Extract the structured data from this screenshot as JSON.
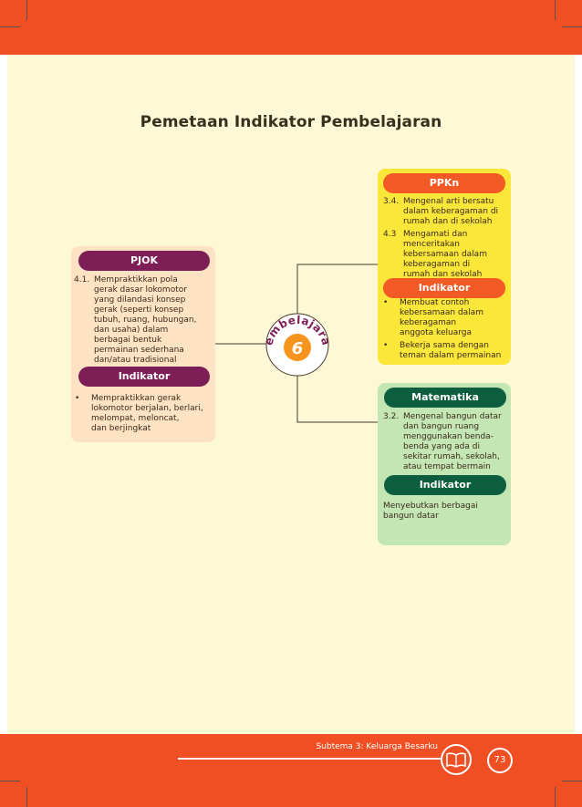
{
  "title": "Pemetaan Indikator Pembelajaran",
  "hub": {
    "word": "Pembelajaran",
    "number": "6"
  },
  "pjok": {
    "header": "PJOK",
    "competencies": [
      {
        "num": "4.1.",
        "text": "Mempraktikkan pola\ngerak dasar lokomotor\nyang dilandasi konsep\ngerak (seperti konsep\ntubuh, ruang, hubungan,\ndan usaha) dalam\nberbagai bentuk\npermainan sederhana\ndan/atau tradisional"
      }
    ],
    "indicator_header": "Indikator",
    "indicators": [
      {
        "bullet": "•",
        "text": "Mempraktikkan gerak\nlokomotor berjalan, berlari,\nmelompat, meloncat,\ndan berjingkat"
      }
    ]
  },
  "ppkn": {
    "header": "PPKn",
    "competencies": [
      {
        "num": "3.4.",
        "text": "Mengenal arti bersatu\ndalam keberagaman di\nrumah dan di sekolah"
      },
      {
        "num": "4.3",
        "text": "Mengamati dan\nmenceritakan\nkebersamaan dalam\nkeberagaman di\nrumah dan sekolah"
      }
    ],
    "indicator_header": "Indikator",
    "indicators": [
      {
        "bullet": "•",
        "text": "Membuat contoh\nkebersamaan dalam\nkeberagaman\nanggota keluarga"
      },
      {
        "bullet": "•",
        "text": "Bekerja sama dengan\nteman dalam permainan"
      }
    ]
  },
  "matematika": {
    "header": "Matematika",
    "competencies": [
      {
        "num": "3.2.",
        "text": "Mengenal bangun datar\ndan bangun ruang\nmenggunakan benda-\nbenda yang ada di\nsekitar rumah, sekolah,\natau tempat bermain"
      }
    ],
    "indicator_header": "Indikator",
    "indicator_text": "Menyebutkan berbagai\nbangun datar"
  },
  "footer": {
    "subtheme": "Subtema 3: Keluarga Besarku",
    "page": "73"
  },
  "colors": {
    "band": "#f04e23",
    "page": "#fdf8d6",
    "pjok": "#7e1e56",
    "ppkn": "#f15a24",
    "matematika": "#0c5e3f",
    "hub": "#f7941d"
  },
  "icons": [
    "book-icon"
  ]
}
